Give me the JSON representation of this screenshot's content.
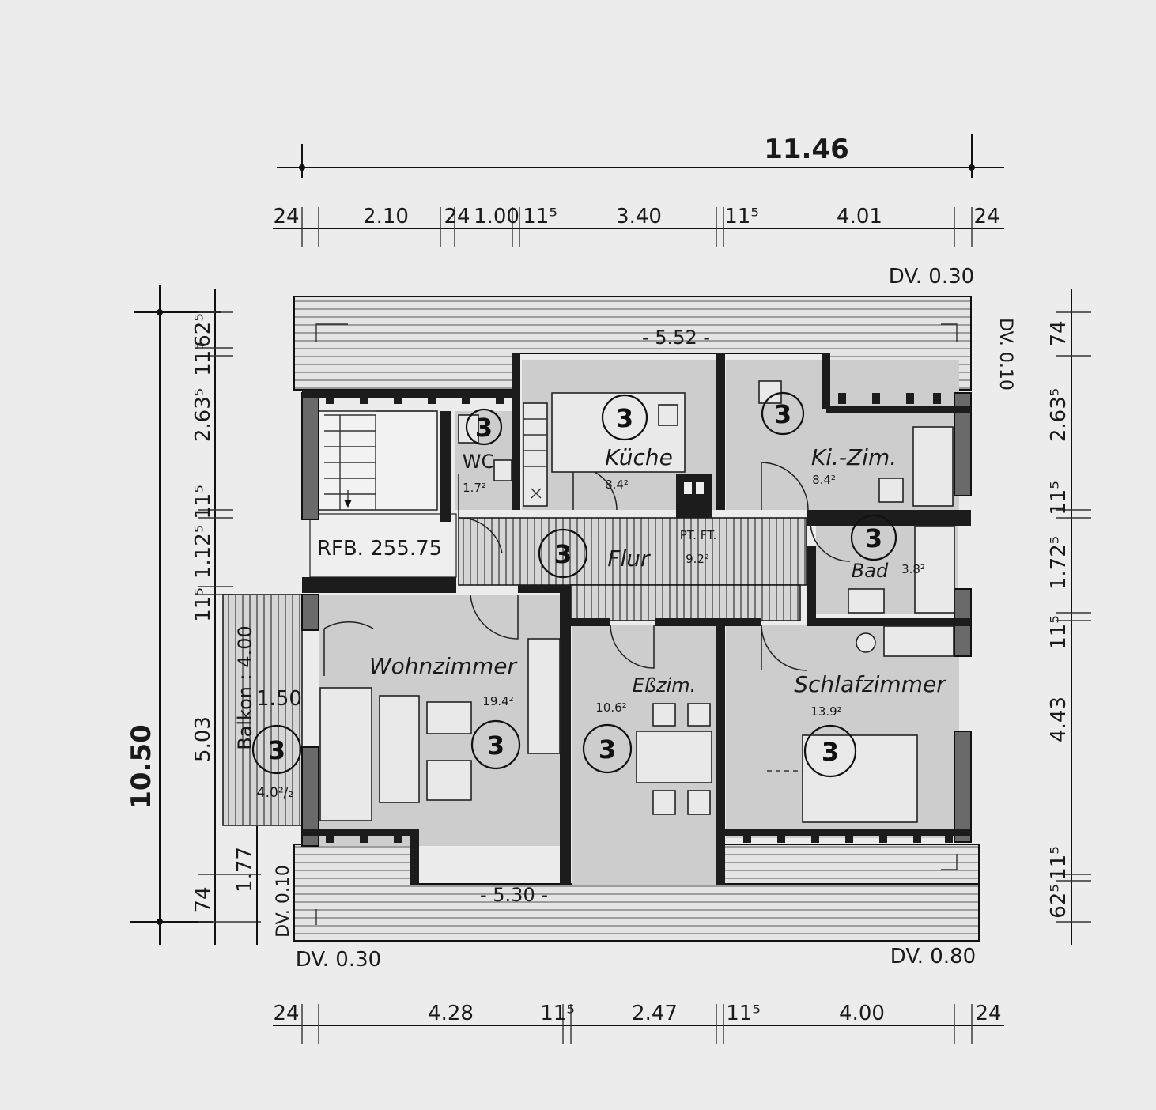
{
  "overall": {
    "width": "11.46",
    "depth": "10.50"
  },
  "top_dims": [
    "24",
    "2.10",
    "24",
    "1.00",
    "11⁵",
    "3.40",
    "11⁵",
    "4.01",
    "24"
  ],
  "bottom_dims": [
    "24",
    "4.28",
    "11⁵",
    "2.47",
    "11⁵",
    "4.00",
    "24"
  ],
  "left_dims": [
    "62⁵",
    "11⁵",
    "2.63⁵",
    "11⁵",
    "1.12⁵",
    "11⁵",
    "5.03",
    "74",
    "1.77"
  ],
  "right_dims": [
    "74",
    "2.63⁵",
    "11⁵",
    "1.72⁵",
    "11⁵",
    "4.43",
    "11⁵",
    "62⁵"
  ],
  "roof_labels": {
    "top_right": "DV. 0.30",
    "top_side": "DV. 0.10",
    "bottom_left": "DV. 0.30",
    "bottom_side": "DV. 0.10",
    "bottom_right": "DV. 0.80",
    "top_span": "- 5.52 -",
    "bottom_span": "- 5.30 -"
  },
  "stair_label": "RFB. 255.75",
  "chimney_label": "PT. FT.",
  "balcony": {
    "label": "Balkon : 4.00",
    "width": "1.50",
    "area": "4.0²/₂",
    "num": "3"
  },
  "rooms": [
    {
      "id": "wc",
      "name": "WC",
      "area": "1.7²",
      "num": "3"
    },
    {
      "id": "kueche",
      "name": "Küche",
      "area": "8.4²",
      "num": "3"
    },
    {
      "id": "kizim",
      "name": "Ki.-Zim.",
      "area": "8.4²",
      "num": "3"
    },
    {
      "id": "flur",
      "name": "Flur",
      "area": "9.2²",
      "num": "3"
    },
    {
      "id": "bad",
      "name": "Bad",
      "area": "3.8²",
      "num": "3"
    },
    {
      "id": "wohn",
      "name": "Wohnzimmer",
      "area": "19.4²",
      "num": "3"
    },
    {
      "id": "ess",
      "name": "Eßzim.",
      "area": "10.6²",
      "num": "3"
    },
    {
      "id": "schlaf",
      "name": "Schlafzimmer",
      "area": "13.9²",
      "num": "3"
    }
  ]
}
